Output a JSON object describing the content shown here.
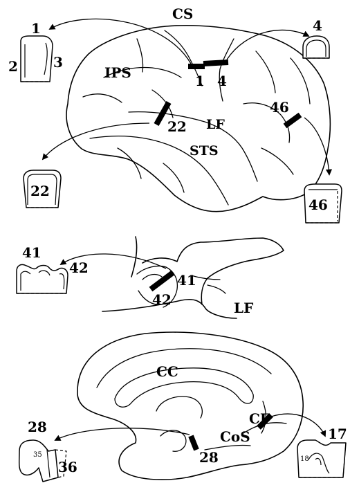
{
  "lateral_view": {
    "sulci": {
      "cs": "CS",
      "ips": "IPS",
      "lf": "LF",
      "sts": "STS"
    },
    "areas": {
      "a1": "1",
      "a4": "4",
      "a22": "22",
      "a46": "46"
    },
    "insets": {
      "i1_top": "1",
      "i1_left": "2",
      "i1_right": "3",
      "i4": "4",
      "i22": "22",
      "i46": "46"
    }
  },
  "sylvian_view": {
    "sulci": {
      "lf": "LF"
    },
    "areas": {
      "a41": "41",
      "a42": "42"
    },
    "insets": {
      "i41": "41",
      "i42": "42"
    }
  },
  "medial_view": {
    "sulci": {
      "cc": "CC",
      "cf": "CF",
      "cos": "CoS"
    },
    "areas": {
      "a28": "28"
    },
    "insets": {
      "i28": "28",
      "i35": "35",
      "i36": "36",
      "i17": "17",
      "i18": "18"
    }
  }
}
